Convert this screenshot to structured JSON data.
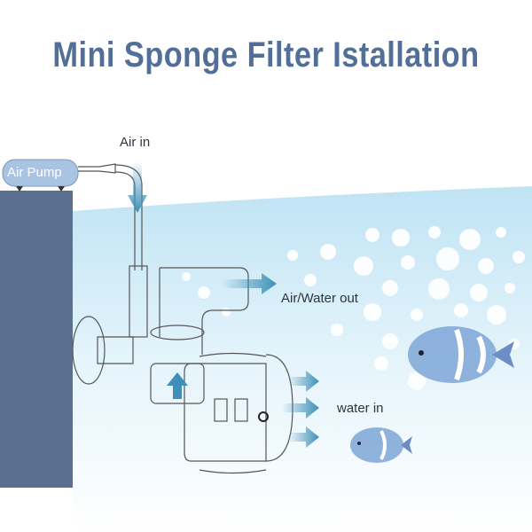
{
  "title": "Mini Sponge Filter Istallation",
  "labels": {
    "air_pump": "Air Pump",
    "air_in": "Air in",
    "air_water_out": "Air/Water out",
    "water_in": "water in"
  },
  "colors": {
    "title": "#526f98",
    "tank_wall": "#5b6f90",
    "water": "#cfe9f6",
    "arrow": "#3f8fb8"
  }
}
